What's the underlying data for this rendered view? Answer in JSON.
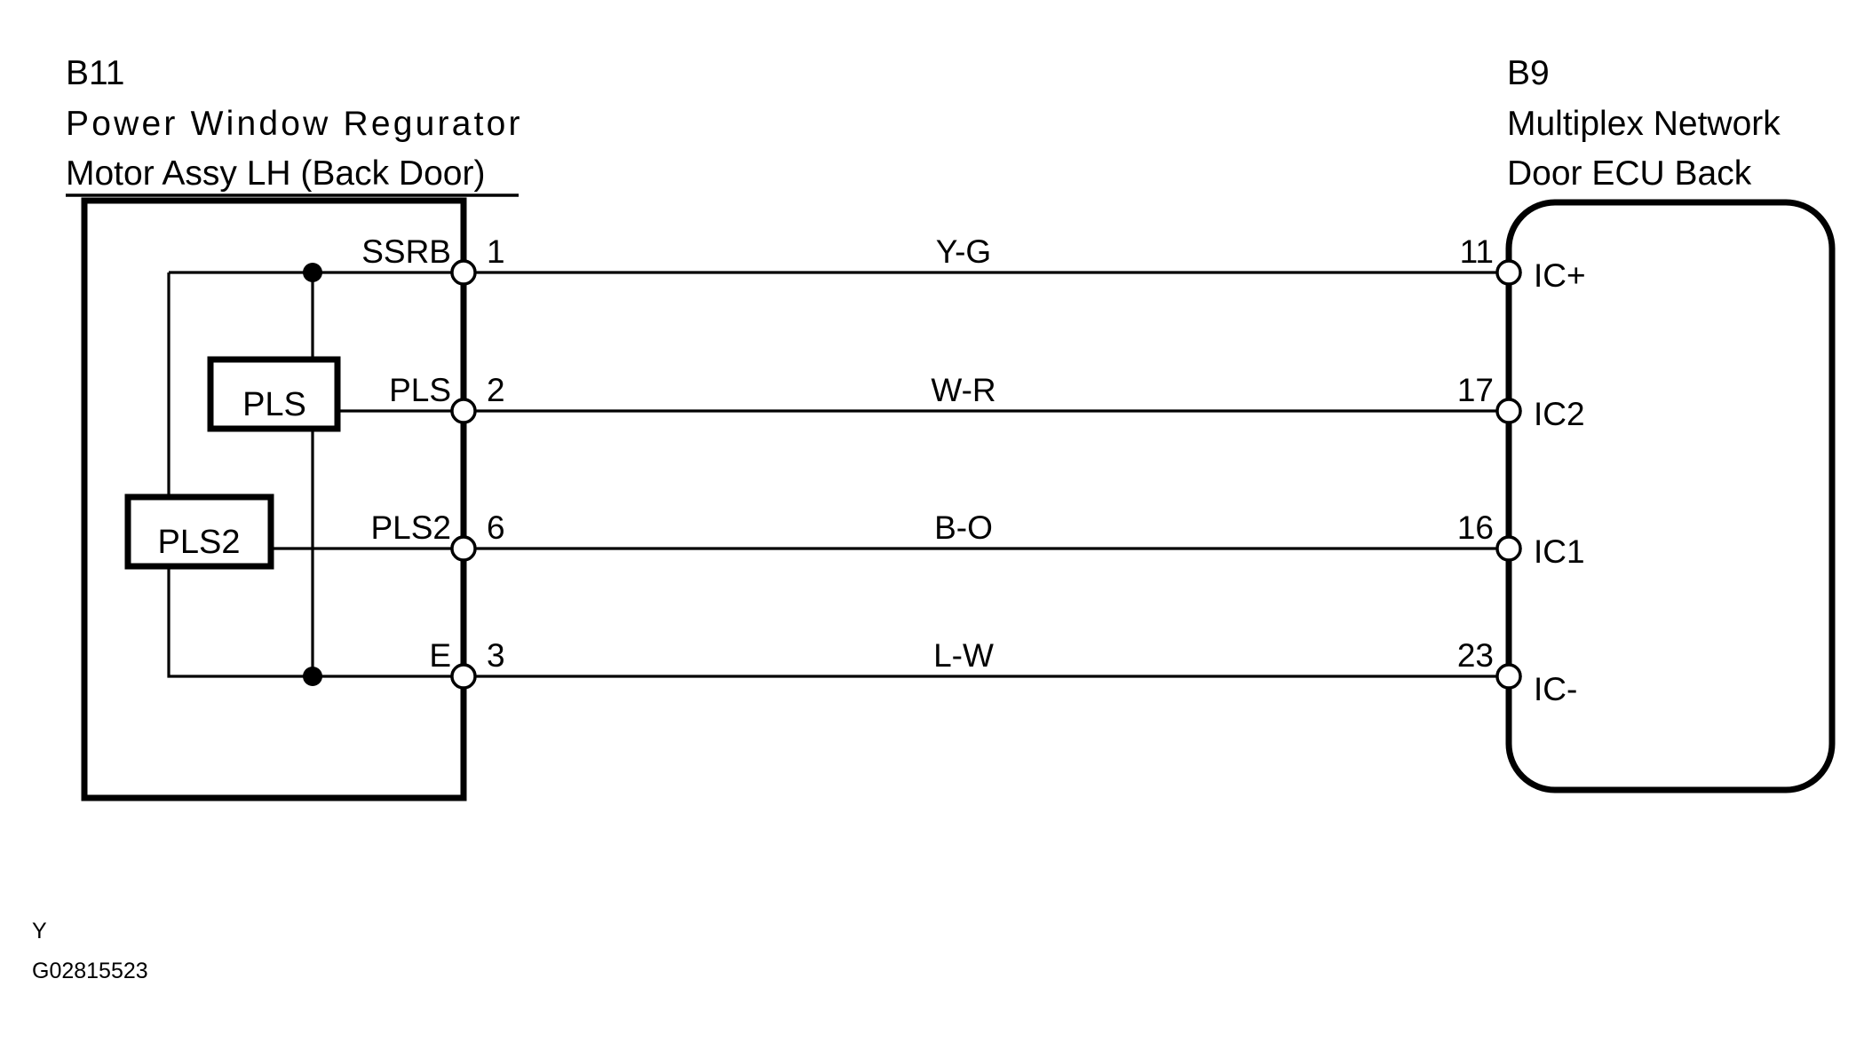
{
  "diagram": {
    "title_left_lines": [
      "B11",
      "Power Window Regurator",
      "Motor Assy LH (Back Door)"
    ],
    "title_right_lines": [
      "B9",
      "Multiplex Network",
      "Door ECU Back"
    ],
    "left_connector": {
      "code": "B11",
      "name_line1": "Power Window Regurator",
      "name_line2": "Motor Assy LH (Back Door)"
    },
    "right_connector": {
      "code": "B9",
      "name_line1": "Multiplex Network",
      "name_line2": "Door ECU Back"
    },
    "internal_blocks": [
      {
        "label": "PLS"
      },
      {
        "label": "PLS2"
      }
    ],
    "connections": [
      {
        "left_signal": "SSRB",
        "left_pin": "1",
        "wire_color": "Y-G",
        "right_pin": "11",
        "right_signal": "IC+"
      },
      {
        "left_signal": "PLS",
        "left_pin": "2",
        "wire_color": "W-R",
        "right_pin": "17",
        "right_signal": "IC2"
      },
      {
        "left_signal": "PLS2",
        "left_pin": "6",
        "wire_color": "B-O",
        "right_pin": "16",
        "right_signal": "IC1"
      },
      {
        "left_signal": "E",
        "left_pin": "3",
        "wire_color": "L-W",
        "right_pin": "23",
        "right_signal": "IC-"
      }
    ],
    "footer": {
      "revision": "Y",
      "figure_id": "G02815523"
    },
    "colors": {
      "ink": "#000000",
      "paper": "#ffffff"
    }
  }
}
